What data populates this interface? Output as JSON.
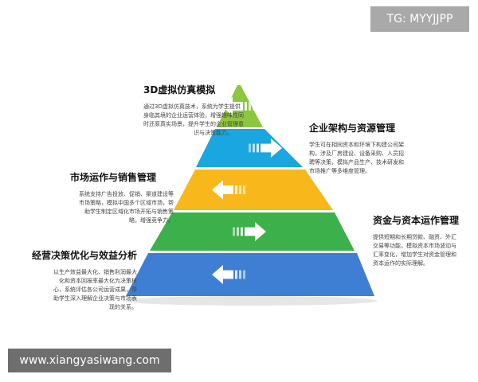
{
  "watermarks": {
    "top": "TG: MYYJJPP",
    "bottom": "www.xiangyasiwang.com"
  },
  "pyramid": {
    "levels": [
      {
        "title": "3D虚拟仿真模拟",
        "color": "#8dc63f",
        "arrow": "left",
        "description": [
          "通过3D虚拟仿真技术，系统为学生提供",
          "身临其境的企业运营体验，增强趣味性同",
          "时还原真实场景，提升学生的企业管理意",
          "识与决策能力。"
        ]
      },
      {
        "title": "企业架构与资源管理",
        "color": "#1aa6e0",
        "arrow": "right",
        "description": [
          "学生可在相同资本和环境下构建公司架",
          "构，涉及厂房建设、设备采购、人员招",
          "聘等决策，模拟产品生产、技术研发和",
          "市场推广等多维度管理。"
        ]
      },
      {
        "title": "市场运作与销售管理",
        "color": "#f8b81c",
        "arrow": "left",
        "description": [
          "系统支持广告投放、促销、渠道建设等",
          "市场策略，模拟中国多个区域市场，帮",
          "助学生制定区域化市场开拓与销售策",
          "略，增强竞争力。"
        ]
      },
      {
        "title": "资金与资本运作管理",
        "color": "#3cb04a",
        "arrow": "right",
        "description": [
          "提供短期和长期贷款、融资、外汇",
          "交易等功能，模拟资本市场波动与",
          "汇率变化，增加学生对资金管理和",
          "资本运作的实际理解。"
        ]
      },
      {
        "title": "经营决策优化与效益分析",
        "color": "#3f7fd3",
        "arrow": "left",
        "description": [
          "以生产效益最大化、销售利润最大",
          "化和资本回报率最大化为决策核",
          "心，系统评估各公司运营成果，帮",
          "助学生深入理解企业决策与市场表",
          "现的关系。"
        ]
      }
    ]
  }
}
